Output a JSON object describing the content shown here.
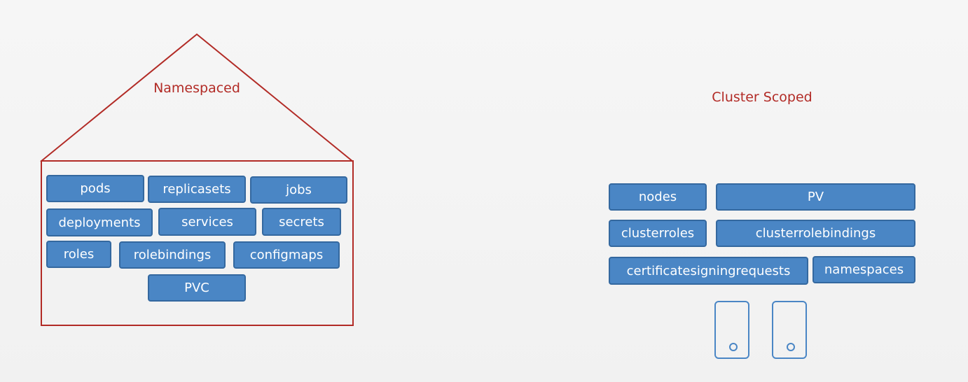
{
  "namespaced": {
    "title": "Namespaced",
    "items": [
      "pods",
      "replicasets",
      "jobs",
      "deployments",
      "services",
      "secrets",
      "roles",
      "rolebindings",
      "configmaps",
      "PVC"
    ]
  },
  "cluster": {
    "title": "Cluster Scoped",
    "items": [
      "nodes",
      "PV",
      "clusterroles",
      "clusterrolebindings",
      "certificatesigningrequests",
      "namespaces"
    ],
    "icons": [
      "server-icon",
      "server-icon"
    ]
  },
  "colors": {
    "accent": "#b22b26",
    "box_fill": "#4a86c5",
    "box_border": "#34689f"
  }
}
